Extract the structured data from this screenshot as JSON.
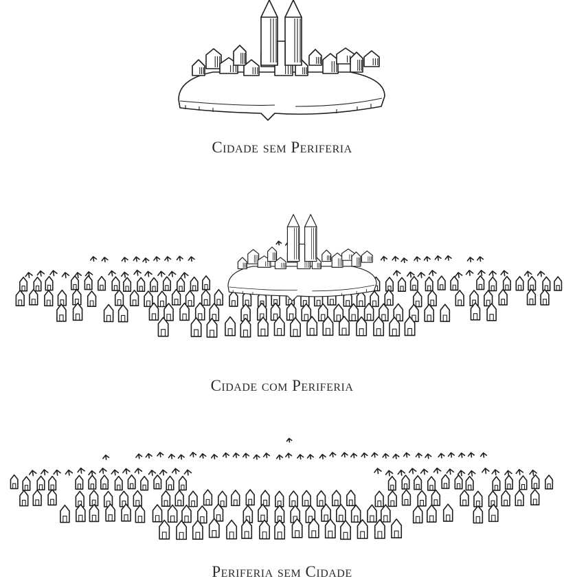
{
  "captions": {
    "panel_1": "Cidade sem Periferia",
    "panel_2": "Cidade com Periferia",
    "panel_3": "Periferia sem Cidade"
  },
  "colors": {
    "ink": "#1e1e1e",
    "background": "#ffffff"
  }
}
